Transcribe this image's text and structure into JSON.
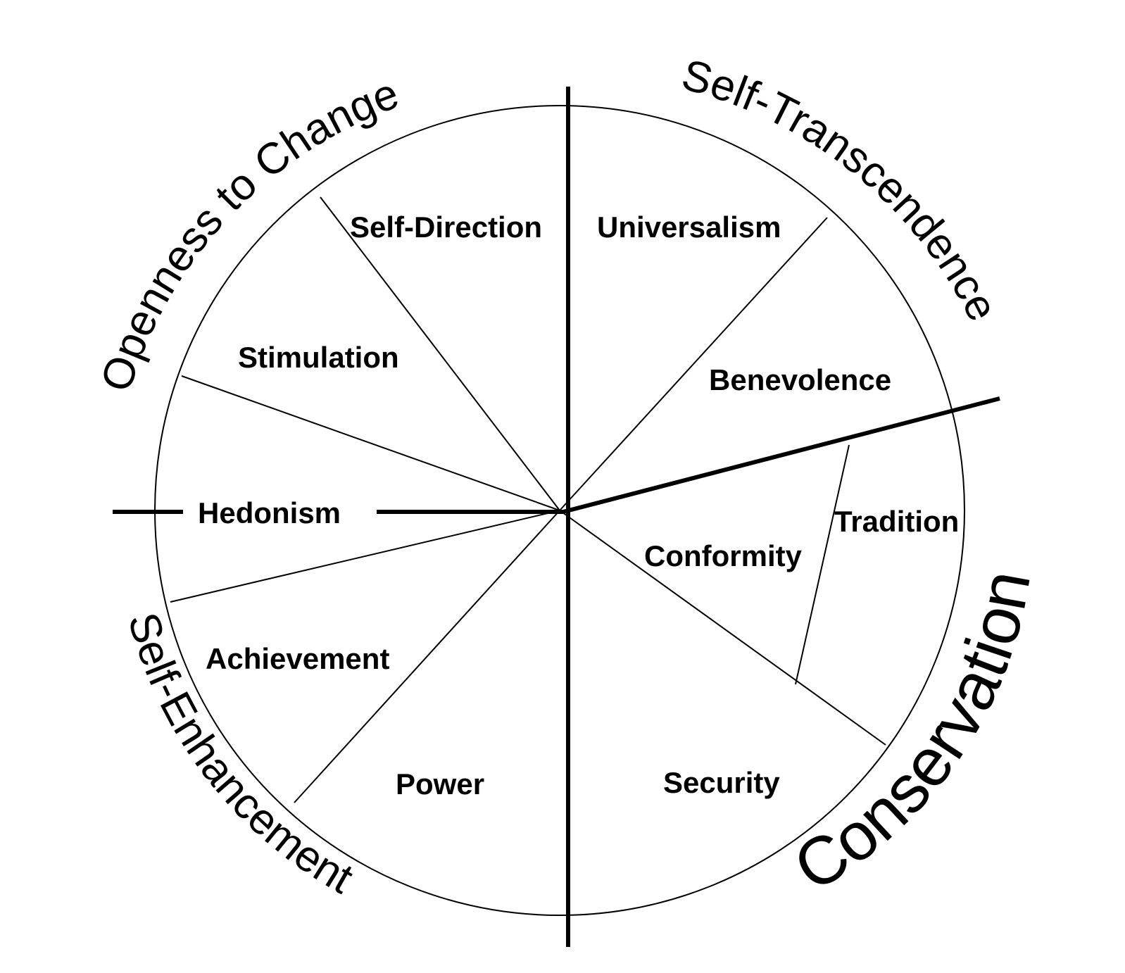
{
  "values": [
    {
      "id": "self-direction",
      "label": "Self-Direction"
    },
    {
      "id": "universalism",
      "label": "Universalism"
    },
    {
      "id": "stimulation",
      "label": "Stimulation"
    },
    {
      "id": "benevolence",
      "label": "Benevolence"
    },
    {
      "id": "hedonism",
      "label": "Hedonism"
    },
    {
      "id": "tradition",
      "label": "Tradition"
    },
    {
      "id": "conformity",
      "label": "Conformity"
    },
    {
      "id": "achievement",
      "label": "Achievement"
    },
    {
      "id": "power",
      "label": "Power"
    },
    {
      "id": "security",
      "label": "Security"
    }
  ],
  "dimensions": [
    {
      "id": "openness-to-change",
      "label": "Openness to Change"
    },
    {
      "id": "self-transcendence",
      "label": "Self-Transcendence"
    },
    {
      "id": "self-enhancement",
      "label": "Self-Enhancement"
    },
    {
      "id": "conservation",
      "label": "Conservation"
    }
  ],
  "colors": {
    "ink": "#000000",
    "background": "#ffffff"
  }
}
